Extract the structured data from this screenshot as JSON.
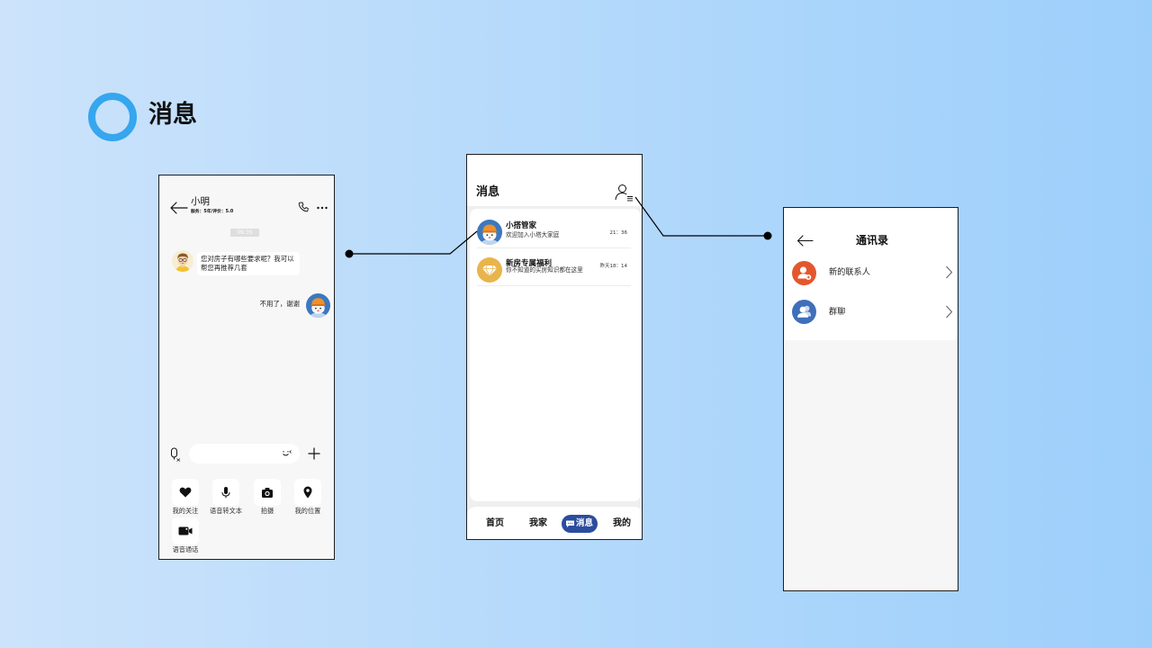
{
  "page": {
    "section_title": "消息",
    "colors": {
      "background_left": "#cce3fb",
      "background_right": "#9dcffb",
      "ring": "#36a6ef",
      "active_tab": "#2b4d9e",
      "new_contact": "#e4572e",
      "group_chat": "#3f6fba",
      "welfare": "#e8b44c",
      "butler": "#3b78bf"
    }
  },
  "chat": {
    "contact_name": "小明",
    "contact_meta": "服务：5年/评价：5.0",
    "timestamp": "09:35",
    "header_icons": [
      "back-arrow-icon",
      "phone-icon",
      "more-icon"
    ],
    "messages": [
      {
        "outgoing": false,
        "text": "您对房子有哪些要求呢？我可以帮您再推荐几套"
      },
      {
        "outgoing": true,
        "text": "不用了，谢谢"
      }
    ],
    "input_icons": [
      "voice-icon",
      "emoji-icon",
      "plus-icon"
    ],
    "tools": [
      {
        "label": "我的关注",
        "icon": "heart-icon"
      },
      {
        "label": "语音转文本",
        "icon": "mic-icon"
      },
      {
        "label": "拍摄",
        "icon": "camera-icon"
      },
      {
        "label": "我的位置",
        "icon": "location-icon"
      },
      {
        "label": "语音通话",
        "icon": "video-call-icon"
      }
    ]
  },
  "messages_list": {
    "title": "消息",
    "header_icon": "contacts-icon",
    "conversations": [
      {
        "name": "小搭管家",
        "preview": "欢迎加入小塔大家庭",
        "time": "21：36",
        "icon": "butler-avatar-icon"
      },
      {
        "name": "新房专属福利",
        "preview": "你不知道的买房知识都在这里",
        "time": "昨天18：14",
        "icon": "diamond-icon"
      }
    ],
    "tabs": [
      {
        "label": "首页",
        "active": false
      },
      {
        "label": "我家",
        "active": false
      },
      {
        "label": "消息",
        "active": true,
        "icon": "chat-bubble-icon"
      },
      {
        "label": "我的",
        "active": false
      }
    ]
  },
  "contacts": {
    "title": "通讯录",
    "items": [
      {
        "label": "新的联系人",
        "icon": "add-contact-icon"
      },
      {
        "label": "群聊",
        "icon": "group-icon"
      }
    ]
  }
}
